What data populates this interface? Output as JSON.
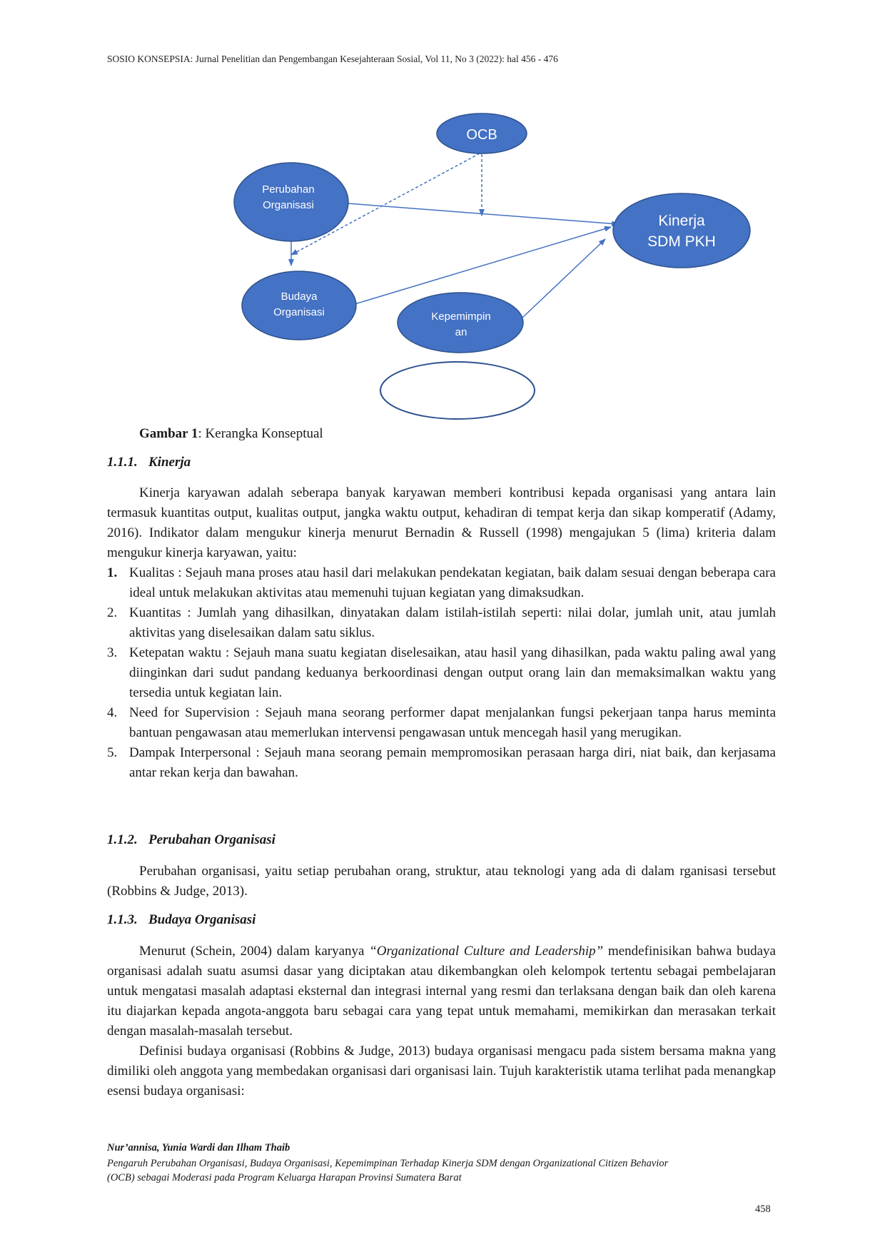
{
  "header": {
    "running_title": "SOSIO KONSEPSIA: Jurnal Penelitian dan Pengembangan Kesejahteraan Sosial, Vol 11, No 3 (2022): hal 456 - 476"
  },
  "diagram": {
    "nodes": {
      "ocb": "OCB",
      "perubahan_1": "Perubahan",
      "perubahan_2": "Organisasi",
      "kinerja_1": "Kinerja",
      "kinerja_2": "SDM PKH",
      "budaya_1": "Budaya",
      "budaya_2": "Organisasi",
      "kepemimpinan_1": "Kepemimpin",
      "kepemimpinan_2": "an"
    },
    "colors": {
      "node_fill": "#4472c4",
      "node_stroke": "#2f528f",
      "arrow": "#4472c4"
    }
  },
  "caption": {
    "label": "Gambar 1",
    "text": ": Kerangka Konseptual"
  },
  "section_kinerja": {
    "number": "1.1.1.",
    "title": "Kinerja",
    "paragraph": "Kinerja karyawan adalah seberapa banyak karyawan memberi kontribusi kepada organisasi yang antara lain termasuk kuantitas output, kualitas output, jangka waktu output, kehadiran di tempat kerja dan sikap komperatif (Adamy, 2016). Indikator dalam mengukur kinerja menurut Bernadin & Russell (1998) mengajukan 5 (lima) kriteria dalam mengukur kinerja karyawan, yaitu:",
    "criteria": [
      {
        "num": "1.",
        "text": "Kualitas : Sejauh mana proses atau hasil dari melakukan pendekatan kegiatan, baik dalam sesuai dengan beberapa cara ideal untuk melakukan aktivitas atau memenuhi tujuan kegiatan yang dimaksudkan."
      },
      {
        "num": "2.",
        "text": "Kuantitas : Jumlah yang dihasilkan, dinyatakan dalam istilah-istilah seperti: nilai dolar, jumlah unit, atau jumlah aktivitas yang diselesaikan dalam satu siklus."
      },
      {
        "num": "3.",
        "text": "Ketepatan waktu : Sejauh mana suatu kegiatan diselesaikan, atau hasil yang dihasilkan, pada waktu paling awal yang diinginkan dari sudut pandang keduanya berkoordinasi dengan output orang lain dan memaksimalkan waktu yang tersedia untuk kegiatan lain."
      },
      {
        "num": "4.",
        "text": "Need for Supervision : Sejauh mana seorang performer dapat menjalankan fungsi pekerjaan tanpa harus meminta bantuan pengawasan atau memerlukan intervensi pengawasan untuk mencegah hasil yang merugikan."
      },
      {
        "num": "5.",
        "text": "Dampak Interpersonal : Sejauh mana seorang pemain mempromosikan perasaan harga diri, niat baik, dan kerjasama antar rekan kerja dan bawahan."
      }
    ]
  },
  "section_perubahan": {
    "number": "1.1.2.",
    "title": "Perubahan Organisasi",
    "paragraph": "Perubahan organisasi, yaitu setiap perubahan orang, struktur, atau teknologi yang ada di dalam rganisasi tersebut (Robbins & Judge, 2013)."
  },
  "section_budaya": {
    "number": "1.1.3.",
    "title": "Budaya Organisasi",
    "p1_before": "Menurut (Schein, 2004) dalam karyanya ",
    "p1_italic": "“Organizational Culture and Leadership”",
    "p1_after": " mendefinisikan bahwa budaya organisasi adalah suatu asumsi dasar yang diciptakan atau dikembangkan oleh kelompok tertentu sebagai pembelajaran untuk mengatasi masalah adaptasi eksternal dan integrasi internal yang resmi dan terlaksana dengan baik dan oleh karena itu diajarkan kepada angota-anggota baru sebagai cara yang tepat untuk memahami, memikirkan dan  merasakan terkait dengan masalah-masalah tersebut.",
    "p2": "Definisi budaya organisasi (Robbins & Judge, 2013) budaya organisasi mengacu pada sistem bersama makna yang dimiliki oleh anggota yang membedakan organisasi dari organisasi lain. Tujuh karakteristik utama terlihat pada menangkap esensi budaya organisasi:"
  },
  "footer": {
    "authors": "Nur’annisa, Yunia Wardi dan Ilham Thaib",
    "title_line1": "Pengaruh Perubahan Organisasi, Budaya Organisasi, Kepemimpinan Terhadap Kinerja SDM dengan Organizational Citizen Behavior",
    "title_line2": "(OCB) sebagai Moderasi pada Program Keluarga Harapan Provinsi Sumatera Barat",
    "page_number": "458"
  }
}
